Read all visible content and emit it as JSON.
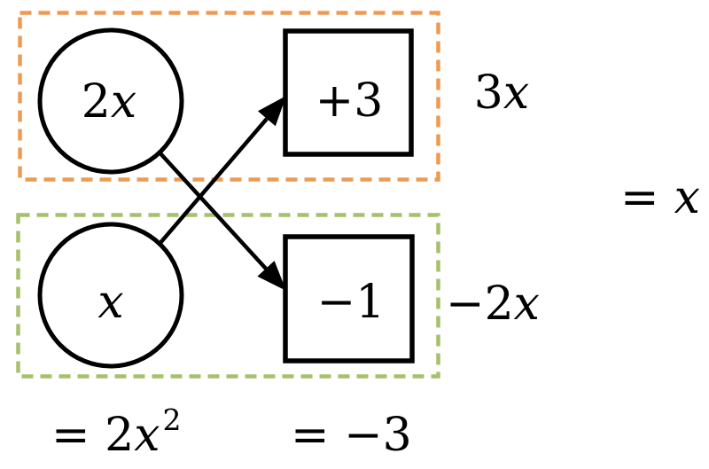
{
  "canvas": {
    "background": "#ffffff"
  },
  "colors": {
    "top_group_border": "#ED9B53",
    "bottom_group_border": "#A6C06C",
    "shape_stroke": "#000000",
    "text": "#000000"
  },
  "top_group": {
    "circle_coefficient": "2",
    "circle_variable": "x",
    "square_value": "+3",
    "cross_product_coefficient": "3",
    "cross_product_variable": "x"
  },
  "bottom_group": {
    "circle_variable": "x",
    "square_value": "−1",
    "cross_product_coefficient": "−2",
    "cross_product_variable": "x"
  },
  "results": {
    "sum_equals": "=",
    "sum_variable": "x",
    "circle_column_prefix": "= 2",
    "circle_column_variable": "x",
    "circle_column_exponent": "2",
    "square_column_value": "= −3"
  }
}
